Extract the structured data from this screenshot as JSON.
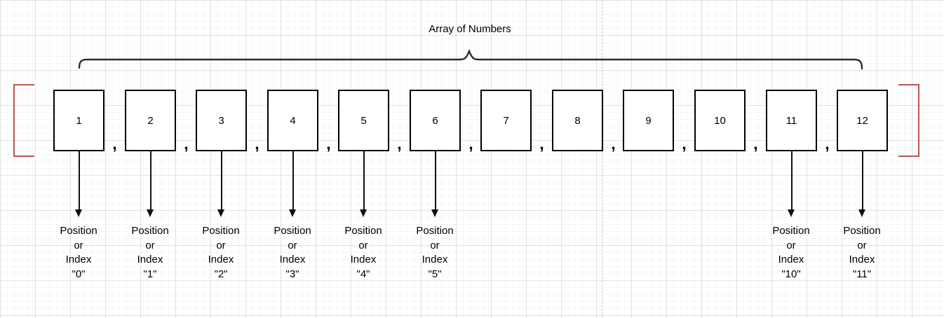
{
  "diagram": {
    "title": "Array of Numbers",
    "separator": ",",
    "index_label": {
      "line1": "Position",
      "line2": "or",
      "line3": "Index"
    },
    "cells": [
      {
        "value": "1",
        "index": "\"0\""
      },
      {
        "value": "2",
        "index": "\"1\""
      },
      {
        "value": "3",
        "index": "\"2\""
      },
      {
        "value": "4",
        "index": "\"3\""
      },
      {
        "value": "5",
        "index": "\"4\""
      },
      {
        "value": "6",
        "index": "\"5\""
      },
      {
        "value": "7",
        "index": null
      },
      {
        "value": "8",
        "index": null
      },
      {
        "value": "9",
        "index": null
      },
      {
        "value": "10",
        "index": null
      },
      {
        "value": "11",
        "index": "\"10\""
      },
      {
        "value": "12",
        "index": "\"11\""
      }
    ],
    "colors": {
      "bracket_red": "#b85450",
      "shape_stroke": "#000000",
      "shape_fill": "#ffffff",
      "text": "#000000"
    }
  }
}
